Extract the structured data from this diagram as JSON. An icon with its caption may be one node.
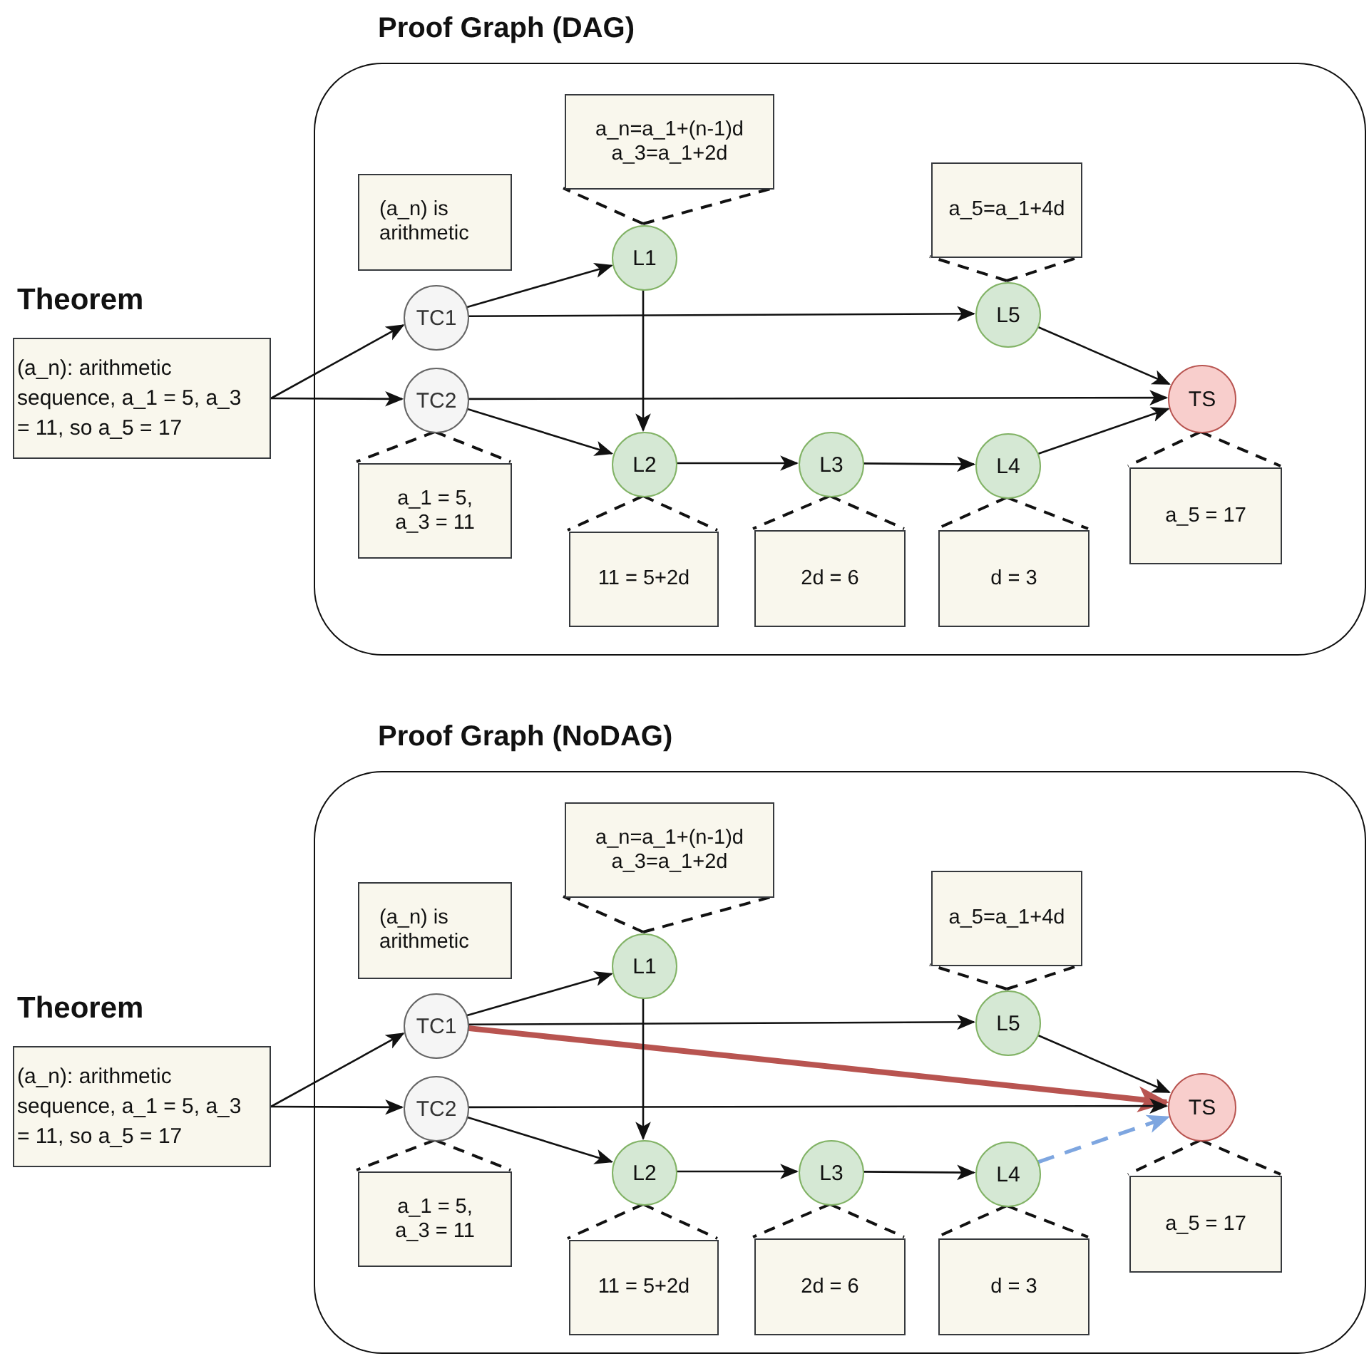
{
  "diagram": {
    "nodes": [
      {
        "text": [
          "Proof Graph (DAG)"
        ]
      },
      {
        "text": [
          "a_n=a_1+(n-1)d a_3=a_1+2d"
        ],
        "in": 0
      },
      {
        "text": [
          "(a_n) is arithmetic"
        ],
        "in": 0
      },
      {
        "text": [
          "a_5=a_1+4d"
        ],
        "in": 0
      },
      {
        "text": [
          "Theorem",
          "(a_n): arithmetic sequence, a_1 = 5, a_3 = 11, so a_5 = 17"
        ]
      },
      {
        "text": [
          "L1"
        ],
        "in": 0
      },
      {
        "text": [
          "TC1"
        ],
        "in": 0
      },
      {
        "text": [
          "L5"
        ],
        "in": 0
      },
      {
        "text": [
          "TC2"
        ],
        "in": 0
      },
      {
        "text": [
          "TS"
        ],
        "in": 0
      },
      {
        "text": [
          "L2"
        ],
        "in": 0
      },
      {
        "text": [
          "L3"
        ],
        "in": 0
      },
      {
        "text": [
          "L4"
        ],
        "in": 0
      },
      {
        "text": [
          "a_1 = 5, a_3 = 11"
        ],
        "in": 0
      },
      {
        "text": [
          "a_5 = 17"
        ],
        "in": 0
      },
      {
        "text": [
          "11 = 5+2d"
        ],
        "in": 0
      },
      {
        "text": [
          "2d = 6"
        ],
        "in": 0
      },
      {
        "text": [
          "d = 3"
        ],
        "in": 0
      },
      {
        "text": [
          "Proof Graph (NoDAG)"
        ]
      },
      {
        "text": [
          "a_n=a_1+(n-1)d a_3=a_1+2d"
        ],
        "in": 18
      },
      {
        "text": [
          "(a_n) is arithmetic"
        ],
        "in": 18
      },
      {
        "text": [
          "a_5=a_1+4d"
        ],
        "in": 18
      },
      {
        "text": [
          "Theorem",
          "(a_n): arithmetic sequence, a_1 = 5, a_3 = 11, so a_5 = 17"
        ]
      },
      {
        "text": [
          "L1"
        ],
        "in": 18
      },
      {
        "text": [
          "TC1"
        ],
        "in": 18
      },
      {
        "text": [
          "L5"
        ],
        "in": 18
      },
      {
        "text": [
          "TC2"
        ],
        "in": 18
      },
      {
        "text": [
          "TS"
        ],
        "in": 18
      },
      {
        "text": [
          "L2"
        ],
        "in": 18
      },
      {
        "text": [
          "L3"
        ],
        "in": 18
      },
      {
        "text": [
          "L4"
        ],
        "in": 18
      },
      {
        "text": [
          "a_1 = 5, a_3 = 11"
        ],
        "in": 18
      },
      {
        "text": [
          "a_5 = 17"
        ],
        "in": 18
      },
      {
        "text": [
          "11 = 5+2d"
        ],
        "in": 18
      },
      {
        "text": [
          "2d = 6"
        ],
        "in": 18
      },
      {
        "text": [
          "d = 3"
        ],
        "in": 18
      }
    ],
    "edges": [
      {
        "from": 4,
        "to": 6,
        "arrow": "to"
      },
      {
        "from": 4,
        "to": 8,
        "arrow": "to"
      },
      {
        "from": 6,
        "to": 5,
        "arrow": "to"
      },
      {
        "from": 6,
        "to": 7,
        "arrow": "to"
      },
      {
        "from": 8,
        "to": 9,
        "arrow": "to"
      },
      {
        "from": 8,
        "to": 10,
        "arrow": "to"
      },
      {
        "from": 5,
        "to": 10,
        "arrow": "to"
      },
      {
        "from": 10,
        "to": 11,
        "arrow": "to"
      },
      {
        "from": 11,
        "to": 12,
        "arrow": "to"
      },
      {
        "from": 12,
        "to": 9,
        "arrow": "to"
      },
      {
        "from": 7,
        "to": 9,
        "arrow": "to"
      },
      {
        "from": 5,
        "to": 1,
        "arrow": "none",
        "style": "dashed"
      },
      {
        "from": 7,
        "to": 3,
        "arrow": "none",
        "style": "dashed"
      },
      {
        "from": 8,
        "to": 13,
        "arrow": "none",
        "style": "dashed"
      },
      {
        "from": 9,
        "to": 14,
        "arrow": "none",
        "style": "dashed"
      },
      {
        "from": 10,
        "to": 15,
        "arrow": "none",
        "style": "dashed"
      },
      {
        "from": 11,
        "to": 16,
        "arrow": "none",
        "style": "dashed"
      },
      {
        "from": 12,
        "to": 17,
        "arrow": "none",
        "style": "dashed"
      },
      {
        "from": 22,
        "to": 24,
        "arrow": "to"
      },
      {
        "from": 22,
        "to": 26,
        "arrow": "to"
      },
      {
        "from": 24,
        "to": 23,
        "arrow": "to"
      },
      {
        "from": 24,
        "to": 25,
        "arrow": "to"
      },
      {
        "from": 24,
        "to": 27,
        "arrow": "to",
        "style": "thick",
        "color": "#b85450"
      },
      {
        "from": 26,
        "to": 27,
        "arrow": "to"
      },
      {
        "from": 26,
        "to": 28,
        "arrow": "to"
      },
      {
        "from": 23,
        "to": 28,
        "arrow": "to"
      },
      {
        "from": 28,
        "to": 29,
        "arrow": "to"
      },
      {
        "from": 29,
        "to": 30,
        "arrow": "to"
      },
      {
        "from": 30,
        "to": 27,
        "arrow": "to",
        "style": "dashed",
        "color": "#7ea6e0"
      },
      {
        "from": 25,
        "to": 27,
        "arrow": "to"
      },
      {
        "from": 23,
        "to": 19,
        "arrow": "none",
        "style": "dashed"
      },
      {
        "from": 25,
        "to": 21,
        "arrow": "none",
        "style": "dashed"
      },
      {
        "from": 26,
        "to": 31,
        "arrow": "none",
        "style": "dashed"
      },
      {
        "from": 27,
        "to": 32,
        "arrow": "none",
        "style": "dashed"
      },
      {
        "from": 28,
        "to": 33,
        "arrow": "none",
        "style": "dashed"
      },
      {
        "from": 29,
        "to": 34,
        "arrow": "none",
        "style": "dashed"
      },
      {
        "from": 30,
        "to": 35,
        "arrow": "none",
        "style": "dashed"
      }
    ]
  }
}
